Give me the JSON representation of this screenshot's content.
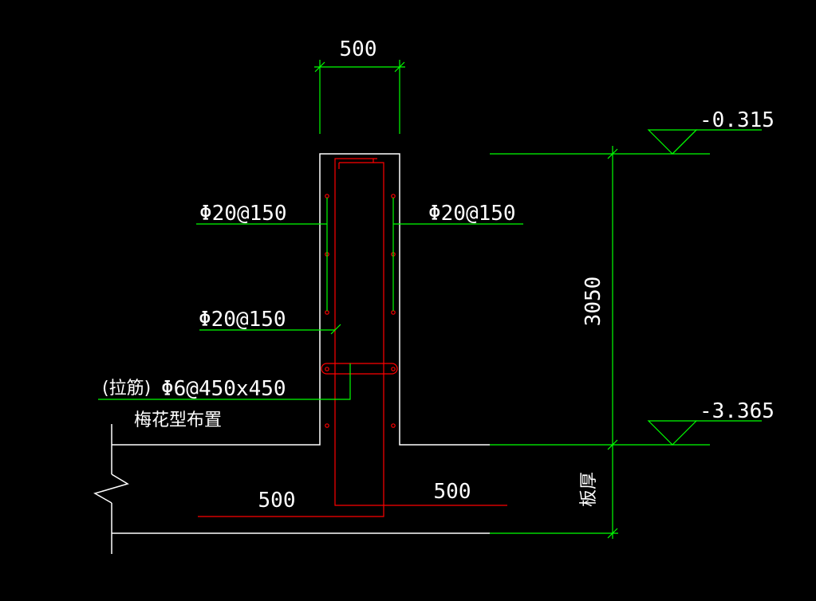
{
  "dimensions": {
    "top_width": "500",
    "height": "3050",
    "left_extension": "500",
    "right_extension": "500"
  },
  "elevations": {
    "top": "-0.315",
    "bottom": "-3.365"
  },
  "rebar": {
    "left_vertical": "Φ20@150",
    "right_vertical": "Φ20@150",
    "lower_vertical": "Φ20@150",
    "tie_label": "(拉筋)",
    "tie_spec": "Φ6@450x450",
    "tie_layout": "梅花型布置"
  },
  "slab_label": "板厚",
  "colors": {
    "outline": "#ffffff",
    "dimension": "#00ff00",
    "rebar": "#ff0000",
    "background": "#000000"
  }
}
